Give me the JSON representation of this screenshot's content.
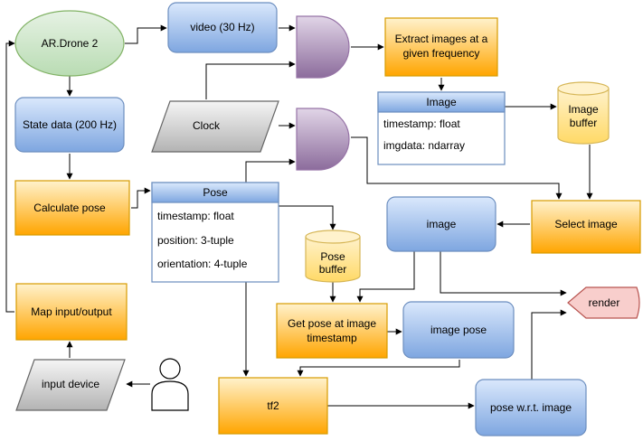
{
  "nodes": {
    "ardrone": "AR.Drone 2",
    "video": "video (30 Hz)",
    "state": "State data (200 Hz)",
    "extract": [
      "Extract images at a",
      "given frequency"
    ],
    "clock": "Clock",
    "image_class": {
      "title": "Image",
      "fields": [
        "timestamp: float",
        "imgdata: ndarray"
      ]
    },
    "image_buffer": [
      "Image",
      "buffer"
    ],
    "calc_pose": "Calculate pose",
    "pose_class": {
      "title": "Pose",
      "fields": [
        "timestamp: float",
        "position: 3-tuple",
        "orientation: 4-tuple"
      ]
    },
    "image": "image",
    "select_image": "Select image",
    "pose_buffer": [
      "Pose",
      "buffer"
    ],
    "render": "render",
    "map_io": "Map input/output",
    "get_pose": [
      "Get pose at image",
      "timestamp"
    ],
    "image_pose": "image pose",
    "input_device": "input device",
    "tf2": "tf2",
    "pose_wrt": "pose w.r.t. image",
    "user_icon": "user-icon"
  },
  "colors": {
    "blue_top": "#dae8fc",
    "blue_bottom": "#7ea6e0",
    "blue_stroke": "#6c8ebf",
    "orange_top": "#fff2cc",
    "orange_bottom": "#ffa500",
    "orange_stroke": "#d79b00",
    "green": "#d5e8d4",
    "green_stroke": "#82b366",
    "purple_top": "#e1d5e7",
    "purple_bottom": "#8c6c9c",
    "purple_stroke": "#9673a6",
    "yellow_top": "#fff2cc",
    "yellow_bottom": "#ffd966",
    "yellow_stroke": "#d6b656",
    "gray_top": "#f5f5f5",
    "gray_bottom": "#b3b3b3",
    "gray_stroke": "#666666",
    "red": "#f8cecc",
    "red_stroke": "#b85450"
  }
}
